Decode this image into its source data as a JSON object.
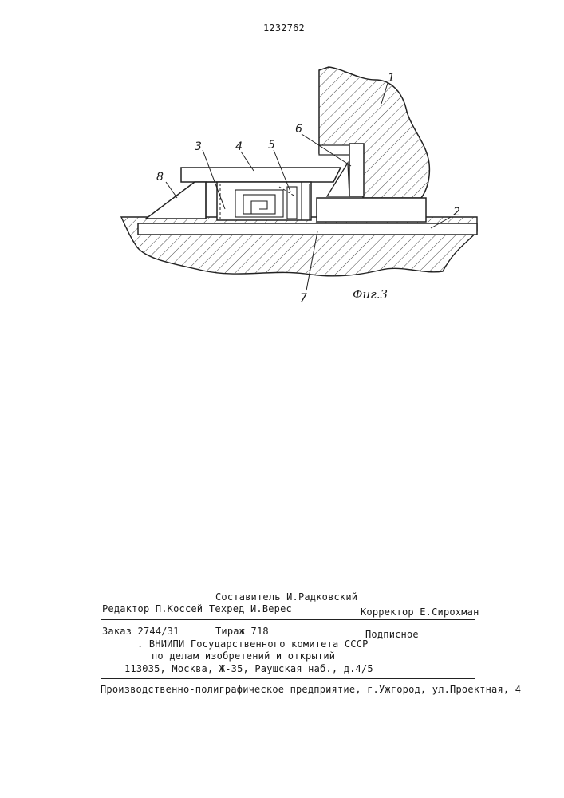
{
  "header": {
    "patent_number": "1232762"
  },
  "figure": {
    "caption": "Фиг.3",
    "labels": [
      "1",
      "2",
      "3",
      "4",
      "5",
      "6",
      "7",
      "8"
    ]
  },
  "colophon": {
    "compiler": "Составитель И.Радковский",
    "editor": "Редактор П.Коссей",
    "techred": "Техред  И.Верес",
    "corrector": "Корректор Е.Сирохман",
    "order": "Заказ 2744/31",
    "circulation": "Тираж 718",
    "subscription": "Подписное",
    "org_line1": ". ВНИИПИ Государственного комитета СССР",
    "org_line2": "по делам изобретений и открытий",
    "org_line3": "113035, Москва, Ж-35, Раушская наб., д.4/5",
    "printer": "Производственно-полиграфическое предприятие, г.Ужгород, ул.Проектная, 4"
  }
}
